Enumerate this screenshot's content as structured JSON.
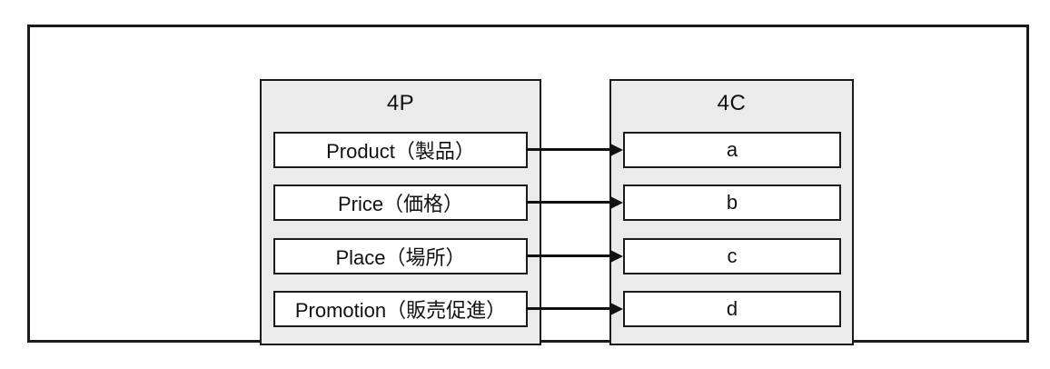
{
  "diagram": {
    "type": "mapping-diagram",
    "panels": {
      "p": {
        "title": "4P",
        "items": [
          "Product（製品）",
          "Price（価格）",
          "Place（場所）",
          "Promotion（販売促進）"
        ]
      },
      "c": {
        "title": "4C",
        "items": [
          "a",
          "b",
          "c",
          "d"
        ]
      }
    },
    "arrows": [
      {
        "from": "Product（製品）",
        "to": "a"
      },
      {
        "from": "Price（価格）",
        "to": "b"
      },
      {
        "from": "Place（場所）",
        "to": "c"
      },
      {
        "from": "Promotion（販売促進）",
        "to": "d"
      }
    ],
    "colors": {
      "background": "#ffffff",
      "panel_fill": "#ebebeb",
      "box_fill": "#ffffff",
      "border": "#1b1b1b",
      "arrow": "#111111",
      "text": "#111111"
    }
  }
}
